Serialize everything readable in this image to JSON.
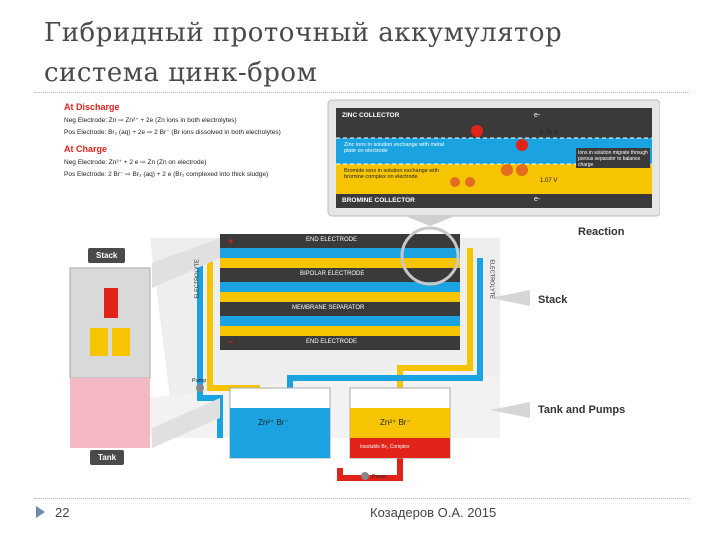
{
  "slide": {
    "title_line1": "Гибридный проточный аккумулятор",
    "title_line2": "система цинк-бром",
    "page_number": "22",
    "author": "Козадеров О.А. 2015"
  },
  "figure": {
    "discharge_heading": "At Discharge",
    "discharge_neg": "Neg Electrode: Zn ⇨ Zn²⁺ + 2e (Zn ions in both electrolytes)",
    "discharge_pos": "Pos Electrode: Br₂ (aq) + 2e ⇨ 2 Br⁻ (Br ions dissolved in both electrolytes)",
    "charge_heading": "At Charge",
    "charge_neg": "Neg Electrode: Zn²⁺ + 2 e ⇨ Zn (Zn on electrode)",
    "charge_pos": "Pos Electrode: 2 Br⁻ ⇨ Br₂ (aq) + 2 e (Br₂ complexed into thick sludge)",
    "zinc_collector": "ZINC COLLECTOR",
    "bromine_collector": "BROMINE COLLECTOR",
    "inset_note1": "Zinc ions in solution exchange with metal plate on electrode",
    "inset_note2": "Bromide ions in solution exchange with bromine complex on electrode",
    "inset_note3": "Ions in solution migrate through porous separator to balance charge",
    "voltage": "0.76 V",
    "voltage2": "1.07 V",
    "e_minus": "e-",
    "reaction_label": "Reaction",
    "stack_label": "Stack",
    "tank_pumps_label": "Tank and Pumps",
    "stack_tag": "Stack",
    "tank_tag": "Tank",
    "end_electrode": "END ELECTRODE",
    "bipolar_electrode": "BIPOLAR ELECTRODE",
    "membrane_separator": "MEMBRANE SEPARATOR",
    "electrolyte": "ELECTROLYTE",
    "pump": "Pump",
    "tank_left": "Zn²⁺ Br⁻",
    "tank_right": "Zn²⁺ Br⁻",
    "complex_label": "Insoluble Br₂ Complex",
    "plus": "+",
    "minus": "−"
  },
  "colors": {
    "title": "#4a4a4a",
    "yellow": "#f6c400",
    "blue": "#1aa3e0",
    "orange": "#e46c1e",
    "red": "#e2231a",
    "dark": "#3a3a3a"
  }
}
